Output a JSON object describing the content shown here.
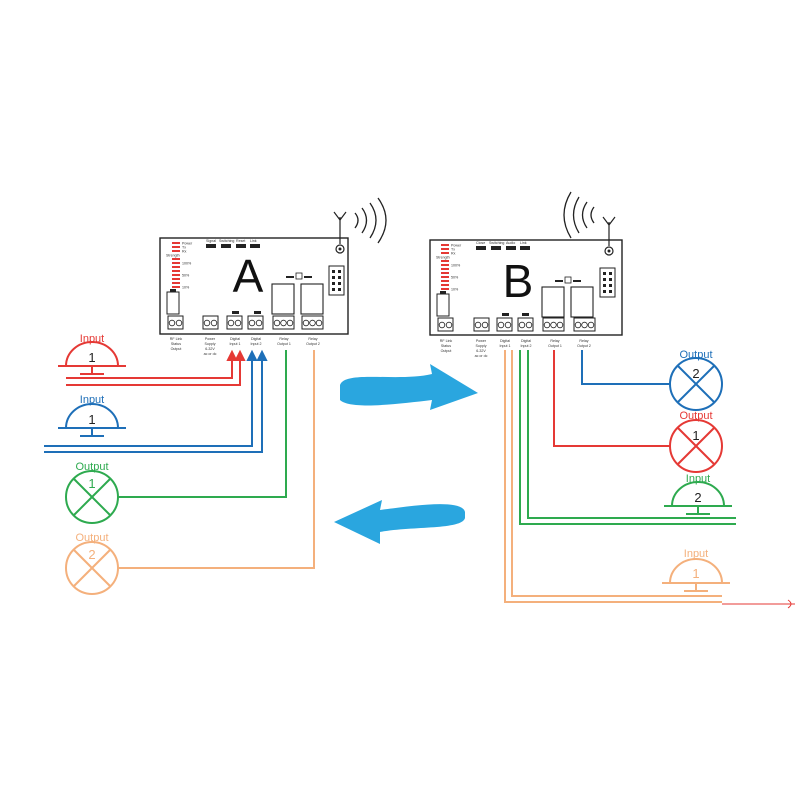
{
  "colors": {
    "red": "#e53935",
    "blue": "#1e6fb8",
    "green": "#2eaa4f",
    "orange": "#f4b07c",
    "arrow": "#2aa6df",
    "board": "#222222"
  },
  "board_a": {
    "letter": "A",
    "led_labels": [
      "Power",
      "Tx",
      "Rx",
      "Strength",
      "100%",
      "50%",
      "10%"
    ],
    "header_labels": [
      "Signal",
      "Switching",
      "Reset",
      "Link"
    ],
    "terminal_labels": [
      [
        "RF Link",
        "Status",
        "Output"
      ],
      [
        "Power",
        "Supply",
        "6-32V",
        "ac or dc"
      ],
      [
        "Digital",
        "Input 1"
      ],
      [
        "Digital",
        "Input 2"
      ],
      [
        "Relay",
        "Output 1"
      ],
      [
        "Relay",
        "Output 2"
      ]
    ]
  },
  "board_b": {
    "letter": "B",
    "led_labels": [
      "Power",
      "Tx",
      "Rx",
      "Strength",
      "100%",
      "50%",
      "10%"
    ],
    "header_labels": [
      "Close",
      "Switching",
      "Audio",
      "Link"
    ],
    "terminal_labels": [
      [
        "RF Link",
        "Status",
        "Output"
      ],
      [
        "Power",
        "Supply",
        "6-32V",
        "ac or dc"
      ],
      [
        "Digital",
        "Input 1"
      ],
      [
        "Digital",
        "Input 2"
      ],
      [
        "Relay",
        "Output 1"
      ],
      [
        "Relay",
        "Output 2"
      ]
    ]
  },
  "devices": {
    "a_input_1": {
      "label": "Input",
      "number": "1"
    },
    "a_input_2": {
      "label": "Input",
      "number": "1"
    },
    "a_output_1": {
      "label": "Output",
      "number": "1"
    },
    "a_output_2": {
      "label": "Output",
      "number": "2"
    },
    "b_output_2": {
      "label": "Output",
      "number": "2"
    },
    "b_output_1": {
      "label": "Output",
      "number": "1"
    },
    "b_input_2": {
      "label": "Input",
      "number": "2"
    },
    "b_input_1": {
      "label": "Input",
      "number": "1"
    }
  },
  "icons": [
    "antenna-icon",
    "radio-wave-icon",
    "push-button-icon",
    "lamp-icon",
    "curved-arrow-icon"
  ]
}
